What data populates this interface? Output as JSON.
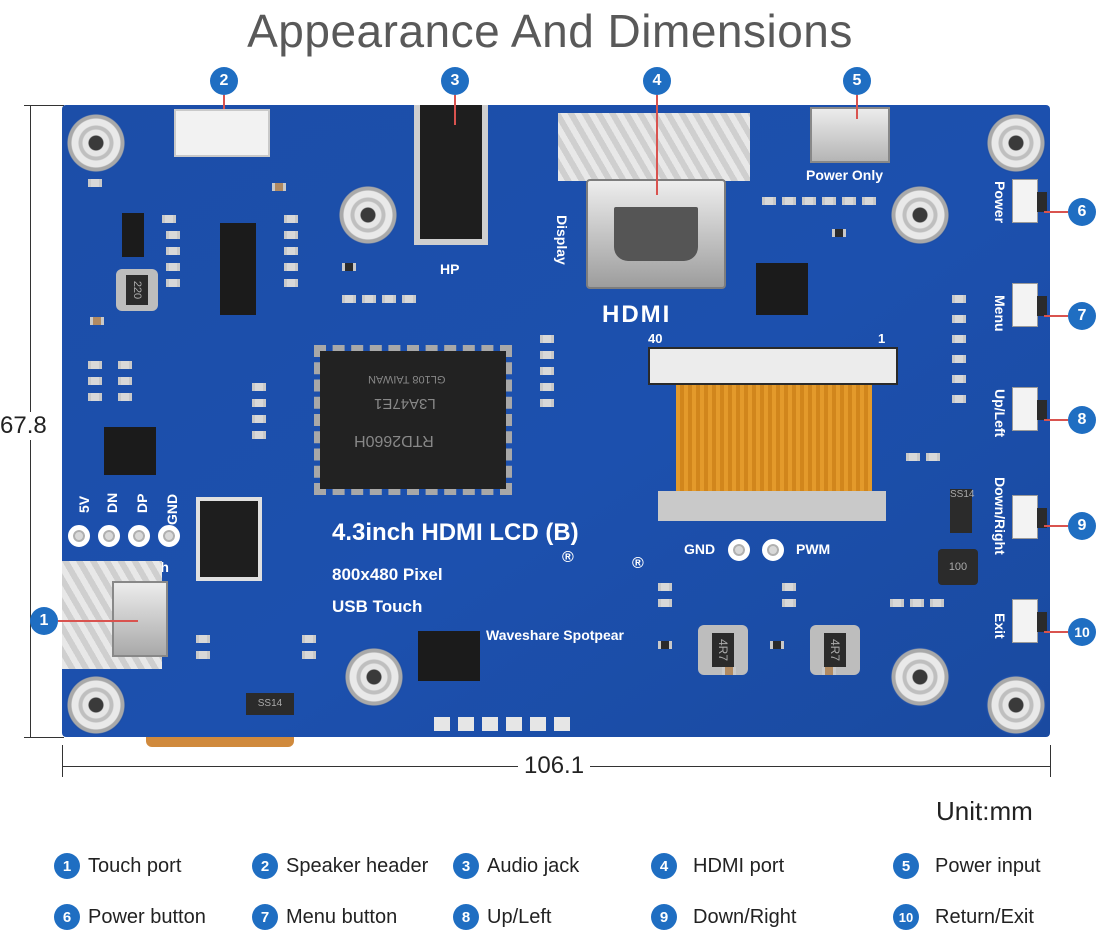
{
  "title": "Appearance And Dimensions",
  "dimensions": {
    "height": "67.8",
    "width": "106.1",
    "unit": "Unit:mm"
  },
  "board_labels": {
    "model": "4.3inch HDMI LCD (B)",
    "resolution": "800x480 Pixel",
    "touch": "USB Touch",
    "brand": "Waveshare Spotpear",
    "hdmi": "HDMI",
    "display": "Display",
    "hp": "HP",
    "power_only": "Power Only",
    "touch_port": "Touch",
    "gnd": "GND",
    "pwm": "PWM",
    "pin_5v": "5V",
    "pin_dn": "DN",
    "pin_dp": "DP",
    "pin_gnd": "GND",
    "fpc_40": "40",
    "fpc_1": "1",
    "chip": "RTD2660H",
    "chip_line2": "L3A47E1",
    "chip_line3": "GL108 TAIWAN",
    "reg": "®",
    "inductor1": "4R7",
    "inductor2": "4R7",
    "ind_220": "220",
    "ind_100": "100",
    "ss14": "SS14",
    "ss14b": "SS14"
  },
  "side_buttons": [
    "Power",
    "Menu",
    "Up/Left",
    "Down/Right",
    "Exit"
  ],
  "callouts": [
    "1",
    "2",
    "3",
    "4",
    "5",
    "6",
    "7",
    "8",
    "9",
    "10"
  ],
  "legend": [
    {
      "num": "1",
      "label": "Touch port"
    },
    {
      "num": "2",
      "label": "Speaker header"
    },
    {
      "num": "3",
      "label": "Audio jack"
    },
    {
      "num": "4",
      "label": "HDMI port"
    },
    {
      "num": "5",
      "label": "Power input"
    },
    {
      "num": "6",
      "label": "Power button"
    },
    {
      "num": "7",
      "label": "Menu button"
    },
    {
      "num": "8",
      "label": "Up/Left"
    },
    {
      "num": "9",
      "label": "Down/Right"
    },
    {
      "num": "10",
      "label": "Return/Exit"
    }
  ],
  "colors": {
    "board": "#1c4ea8",
    "badge": "#1f6ec2",
    "leader": "#d9534f",
    "fpc": "#e39a2b"
  }
}
